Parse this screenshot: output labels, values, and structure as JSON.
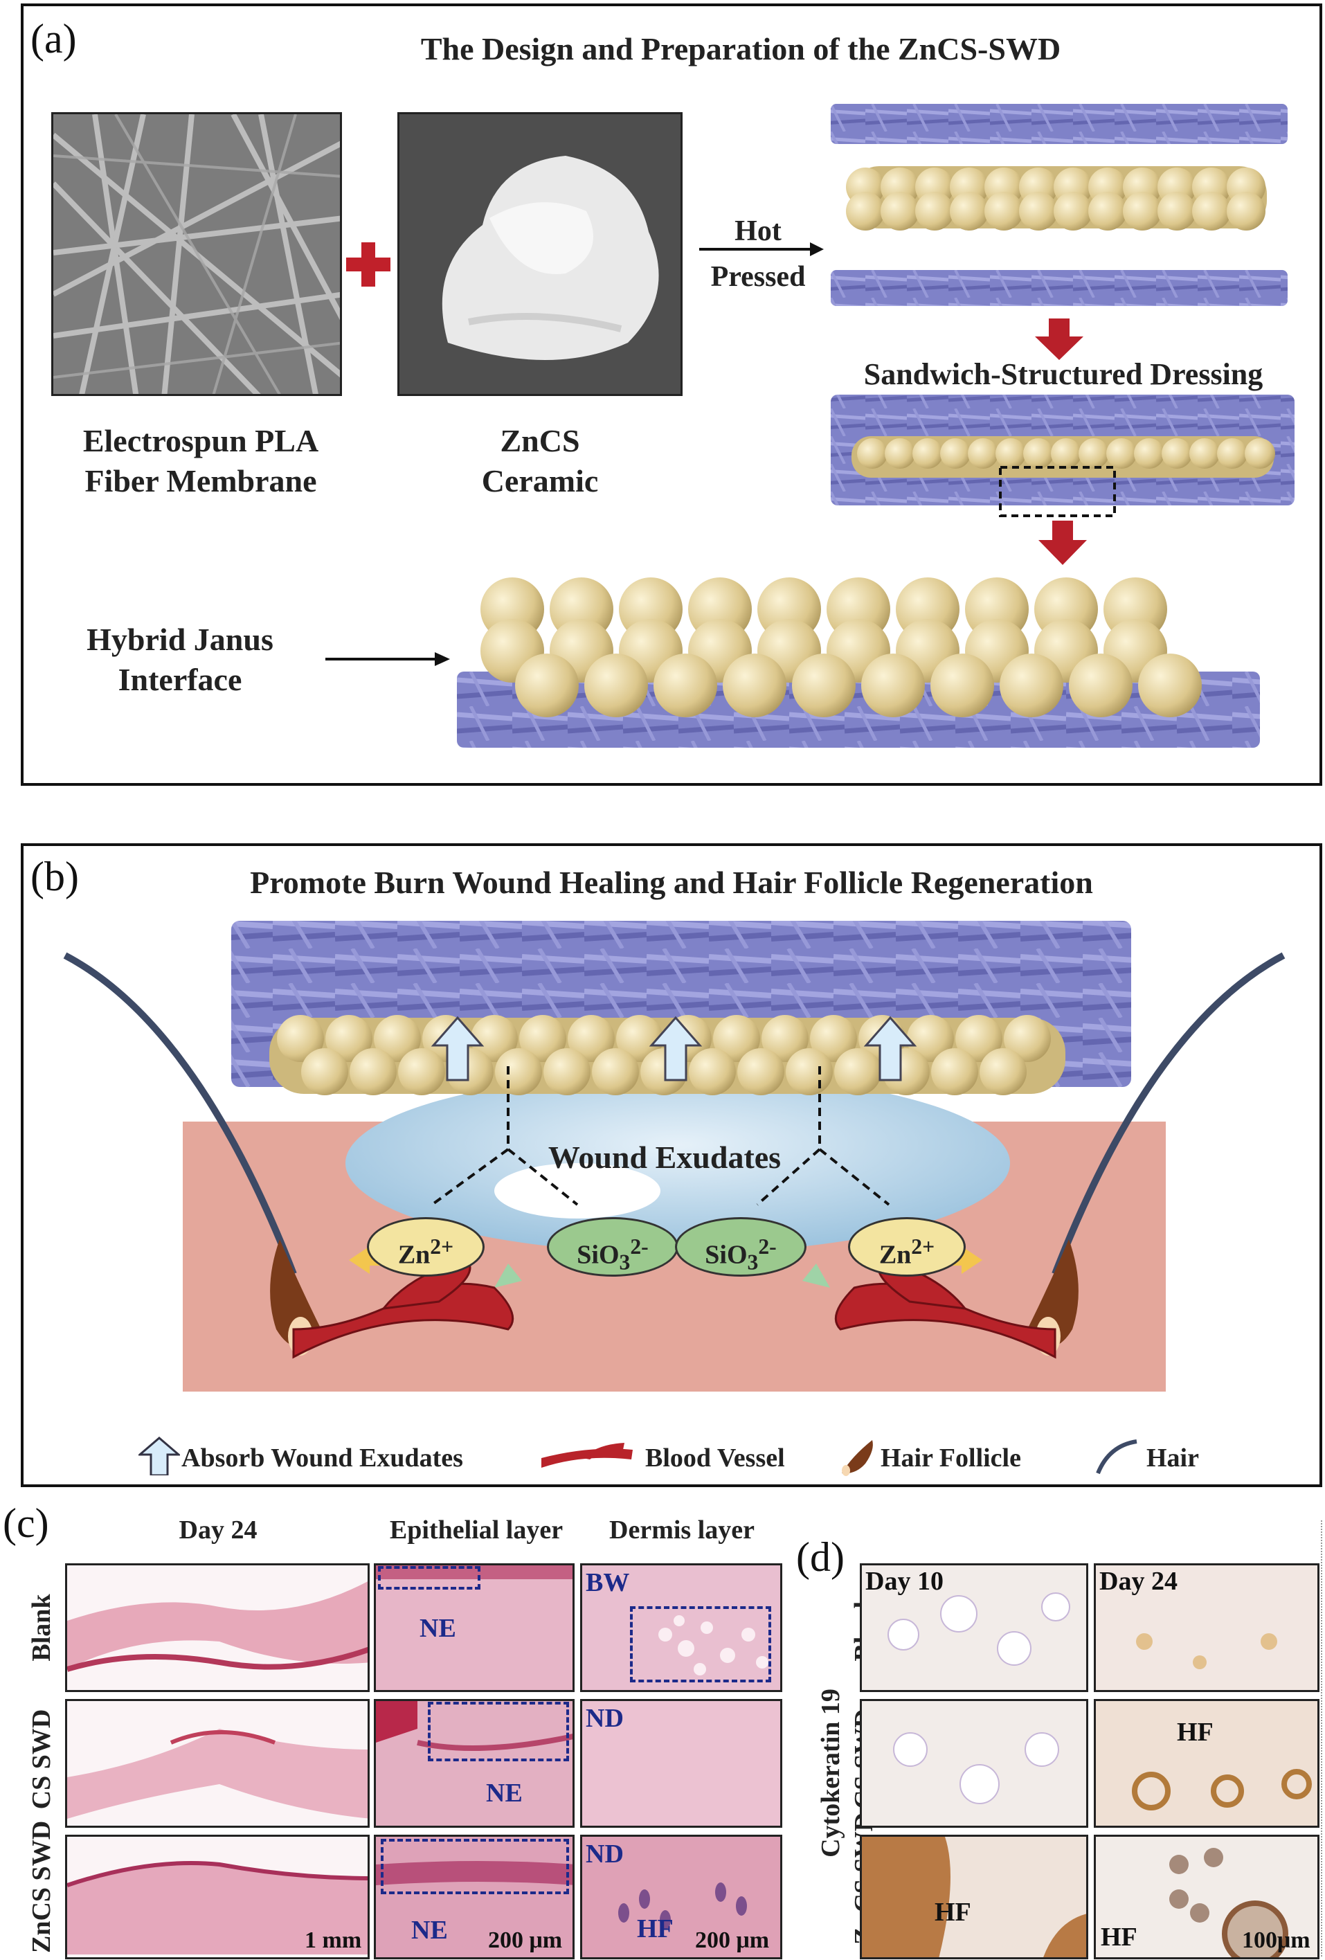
{
  "panel_a": {
    "label": "(a)",
    "title": "The Design and Preparation of the ZnCS-SWD",
    "pla_caption_line1": "Electrospun PLA",
    "pla_caption_line2": "Fiber Membrane",
    "zncs_caption_line1": "ZnCS",
    "zncs_caption_line2": "Ceramic",
    "process_line1": "Hot",
    "process_line2": "Pressed",
    "sandwich_label": "Sandwich-Structured Dressing",
    "janus_line1": "Hybrid Janus",
    "janus_line2": "Interface"
  },
  "panel_b": {
    "label": "(b)",
    "title": "Promote Burn Wound Healing and Hair Follicle Regeneration",
    "wound_exudates": "Wound Exudates",
    "ions": [
      "Zn2+",
      "SiO32-",
      "SiO32-",
      "Zn2+"
    ],
    "legend": {
      "absorb": "Absorb Wound Exudates",
      "vessel": "Blood Vessel",
      "follicle": "Hair Follicle",
      "hair": "Hair"
    }
  },
  "panel_c": {
    "label": "(c)",
    "columns": [
      "Day 24",
      "Epithelial layer",
      "Dermis layer"
    ],
    "rows": [
      "Blank",
      "CS SWD",
      "ZnCS SWD"
    ],
    "tags": {
      "ne": "NE",
      "bw": "BW",
      "nd": "ND",
      "hf": "HF"
    },
    "scale_1": "1 mm",
    "scale_2": "200 μm",
    "scale_3": "200 μm"
  },
  "panel_d": {
    "label": "(d)",
    "side_label": "Cytokeratin 19",
    "columns": [
      "Day 10",
      "Day 24"
    ],
    "rows": [
      "Blank",
      "CS SWD",
      "ZnCS SWD"
    ],
    "hf": "HF",
    "scale": "100μm"
  },
  "colors": {
    "fiber": "#8a8cd0",
    "sphere": "#e8d7a0",
    "skin": "#e4a79b",
    "vessel": "#b8232a",
    "zn_ion": "#f3e4a0",
    "si_ion": "#9bc98e",
    "he_stain": "#e3b4c4",
    "ihc": "#f1ebe6"
  }
}
